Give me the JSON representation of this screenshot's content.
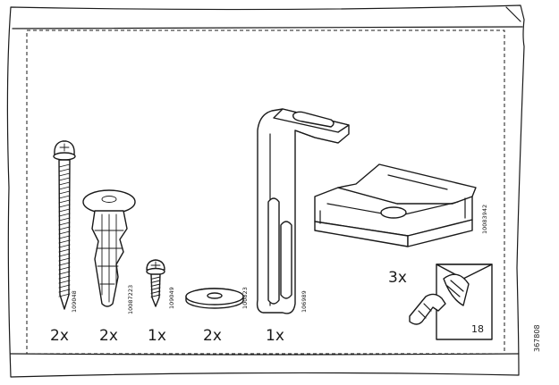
{
  "bag": {
    "doc_number": "367808"
  },
  "parts": [
    {
      "id": "long-screw",
      "quantity": "2x",
      "part_number": "109048"
    },
    {
      "id": "wall-plug",
      "quantity": "2x",
      "part_number": "10087223"
    },
    {
      "id": "short-screw",
      "quantity": "1x",
      "part_number": "109049"
    },
    {
      "id": "washer",
      "quantity": "2x",
      "part_number": "100823"
    },
    {
      "id": "bracket",
      "quantity": "1x",
      "part_number": "106989"
    },
    {
      "id": "clip",
      "quantity": "3x",
      "part_number": "10083942"
    }
  ],
  "adhesive_pad": {
    "count": "18"
  }
}
